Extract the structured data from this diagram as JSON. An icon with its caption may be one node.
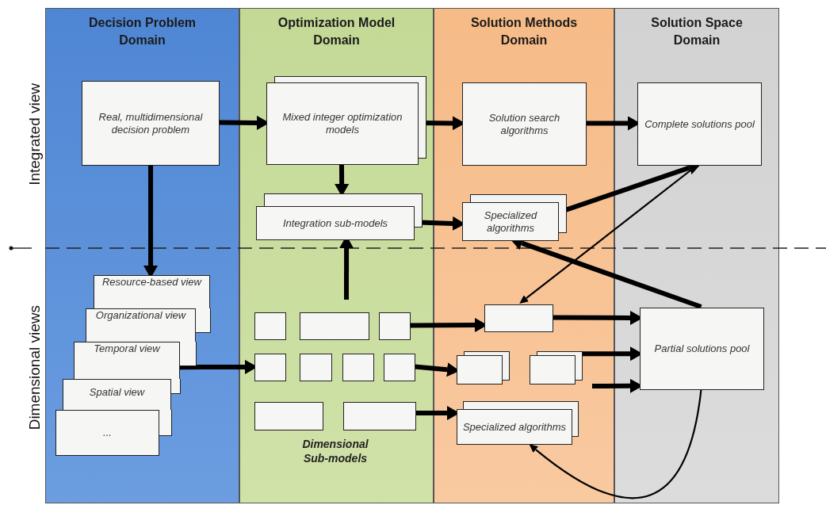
{
  "diagram": {
    "nodes": [
      {
        "text": [
          "Decision Problem Domain"
        ]
      },
      {
        "text": [
          "Optimization Model Domain"
        ]
      },
      {
        "text": [
          "Solution Methods Domain"
        ]
      },
      {
        "text": [
          "Solution Space Domain"
        ]
      },
      {
        "text": [
          "Real, multidimensional decision problem"
        ],
        "in": 0
      },
      {
        "text": [
          "Mixed integer optimization models"
        ],
        "in": 1
      },
      {
        "text": [
          "Solution search algorithms"
        ],
        "in": 2
      },
      {
        "text": [
          "Complete solutions pool"
        ],
        "in": 3
      },
      {
        "text": [
          "Integration sub-models"
        ],
        "in": 1
      },
      {
        "text": [
          "Specialized algorithms"
        ],
        "in": 2
      },
      {
        "text": [
          "Resource-based view"
        ],
        "in": 0
      },
      {
        "text": [
          "Organizational view"
        ],
        "in": 0
      },
      {
        "text": [
          "Temporal view"
        ],
        "in": 0
      },
      {
        "text": [
          "Spatial  view"
        ],
        "in": 0
      },
      {
        "text": [
          "..."
        ],
        "in": 0
      },
      {
        "text": [],
        "shape": "box",
        "in": 1
      },
      {
        "text": [],
        "shape": "box",
        "in": 1
      },
      {
        "text": [],
        "shape": "box",
        "in": 1
      },
      {
        "text": [],
        "shape": "box",
        "in": 1
      },
      {
        "text": [],
        "shape": "box",
        "in": 1
      },
      {
        "text": [],
        "shape": "box",
        "in": 1
      },
      {
        "text": [],
        "shape": "box",
        "in": 1
      },
      {
        "text": [],
        "shape": "box",
        "in": 1
      },
      {
        "text": [],
        "shape": "box",
        "in": 1
      },
      {
        "text": [],
        "shape": "box",
        "in": 2
      },
      {
        "text": [],
        "shape": "box",
        "in": 2
      },
      {
        "text": [],
        "shape": "box",
        "in": 2
      },
      {
        "text": [
          "Specialized algorithms"
        ],
        "in": 2
      },
      {
        "text": [
          "Partial solutions pool"
        ],
        "in": 3
      }
    ],
    "edges": [
      {
        "from": 4,
        "to": 5,
        "arrow": "to"
      },
      {
        "from": 5,
        "to": 6,
        "arrow": "to"
      },
      {
        "from": 6,
        "to": 7,
        "arrow": "to"
      },
      {
        "from": 5,
        "to": 8,
        "arrow": "to"
      },
      {
        "from": 4,
        "to": 10,
        "arrow": "to"
      },
      {
        "from": 8,
        "to": 9,
        "arrow": "to"
      },
      {
        "from": 9,
        "to": 7,
        "arrow": "to"
      },
      {
        "from": 7,
        "to": 24,
        "arrow": "to"
      },
      {
        "from": 28,
        "to": 9,
        "arrow": "to"
      },
      {
        "from": null,
        "to": 8,
        "arrow": "to"
      },
      {
        "from": 12,
        "to": 18,
        "arrow": "to"
      },
      {
        "from": 17,
        "to": 24,
        "arrow": "to"
      },
      {
        "from": 21,
        "to": 25,
        "arrow": "to"
      },
      {
        "from": 23,
        "to": 27,
        "arrow": "to"
      },
      {
        "from": 24,
        "to": 28,
        "arrow": "to"
      },
      {
        "from": 26,
        "to": 28,
        "arrow": "to"
      },
      {
        "from": null,
        "to": 28,
        "arrow": "to"
      },
      {
        "from": 28,
        "to": 27,
        "arrow": "to"
      }
    ],
    "labels": [
      "Integrated view",
      "Dimensional views",
      "Dimensional Sub-models"
    ]
  }
}
